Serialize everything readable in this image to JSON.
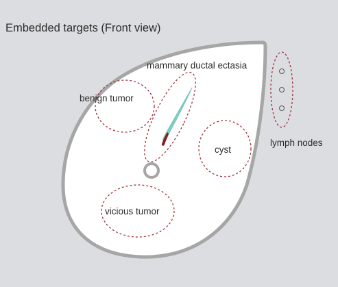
{
  "title": "Embedded targets (Front view)",
  "labels": {
    "ductal_ectasia": "mammary ductal ectasia",
    "benign_tumor": "benign tumor",
    "cyst": "cyst",
    "lymph_nodes": "lymph nodes",
    "vicious_tumor": "vicious tumor"
  },
  "colors": {
    "background": "#dcdde0",
    "outline": "#a6a6a6",
    "fill": "#ffffff",
    "target_ring": "#a3303a",
    "duct": "#7fcfc1",
    "lesion": "#8b1e1e",
    "text": "#2b2b2b"
  }
}
